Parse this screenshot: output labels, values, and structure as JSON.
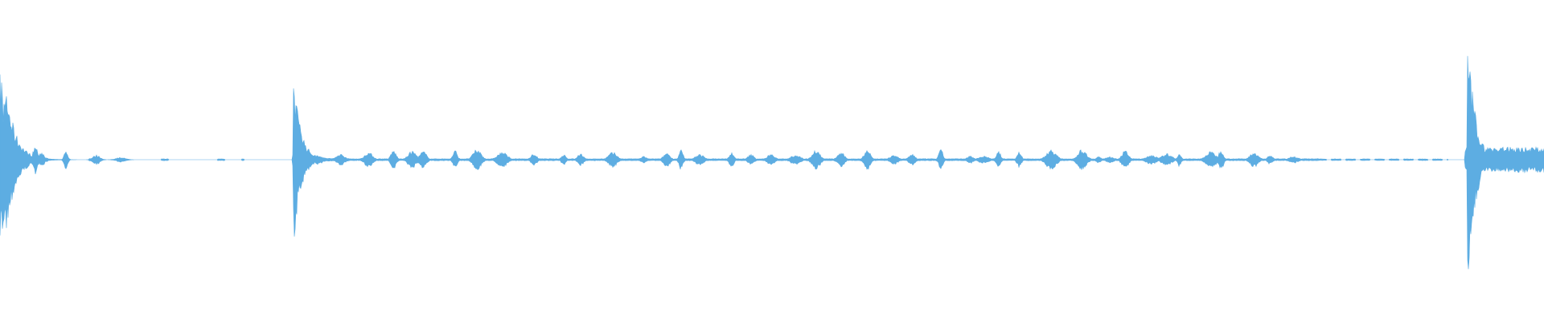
{
  "waveform": {
    "color": "#5dade2",
    "background": "#ffffff",
    "segments": [
      {
        "kind": "burst",
        "start": 0.0,
        "end": 0.16
      },
      {
        "kind": "burst",
        "start": 0.19,
        "end": 0.94
      },
      {
        "kind": "burst",
        "start": 0.949,
        "end": 1.0
      }
    ]
  }
}
